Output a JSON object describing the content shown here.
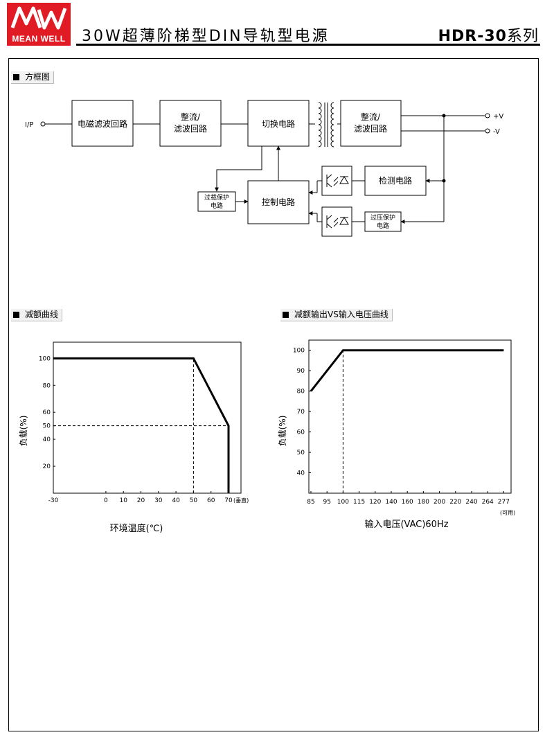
{
  "header": {
    "logo_brand": "MEAN WELL",
    "title": "30W超薄阶梯型DIN导轨型电源",
    "series_model": "HDR-30",
    "series_suffix": "系列"
  },
  "sections": {
    "block_diagram": "方框图",
    "derating_curve": "减额曲线",
    "derating_vs_input": "减额输出VS输入电压曲线"
  },
  "block_diagram": {
    "input_label": "I/P",
    "output_pos": "+V",
    "output_neg": "-V",
    "emi_filter": "电磁滤波回路",
    "rectifier_1_line1": "整流/",
    "rectifier_1_line2": "滤波回路",
    "switching": "切换电路",
    "rectifier_2_line1": "整流/",
    "rectifier_2_line2": "滤波回路",
    "olp_line1": "过载保护",
    "olp_line2": "电路",
    "control": "控制电路",
    "detection": "检测电路",
    "ovp_line1": "过压保护",
    "ovp_line2": "电路"
  },
  "chart_data": [
    {
      "type": "line",
      "title": "",
      "xlabel": "环境温度(℃)",
      "ylabel": "负载(%)",
      "x_ticks": [
        "-30",
        "0",
        "10",
        "20",
        "30",
        "40",
        "50",
        "60",
        "70"
      ],
      "x_tick_suffix": "(垂直)",
      "y_ticks": [
        "20",
        "40",
        "50",
        "60",
        "80",
        "100"
      ],
      "xlim": [
        -30,
        75
      ],
      "ylim": [
        0,
        112
      ],
      "series": [
        {
          "x": [
            -30,
            50,
            70,
            70
          ],
          "y": [
            100,
            100,
            50,
            0
          ]
        }
      ],
      "reference_lines": [
        {
          "x": [
            50,
            50
          ],
          "y": [
            0,
            100
          ]
        },
        {
          "x": [
            -30,
            70
          ],
          "y": [
            50,
            50
          ]
        }
      ],
      "grid": false
    },
    {
      "type": "line",
      "title": "",
      "xlabel": "输入电压(VAC)60Hz",
      "ylabel": "负载(%)",
      "x_ticks": [
        "85",
        "95",
        "100",
        "115",
        "120",
        "140",
        "160",
        "180",
        "200",
        "220",
        "240",
        "264",
        "277"
      ],
      "x_tick_suffix": "(可用)",
      "y_ticks": [
        "40",
        "50",
        "60",
        "70",
        "80",
        "90",
        "100"
      ],
      "ylim": [
        30,
        105
      ],
      "series": [
        {
          "x": [
            "85",
            "100",
            "277"
          ],
          "y": [
            80,
            100,
            100
          ]
        }
      ],
      "reference_lines": [
        {
          "x": [
            "100",
            "100"
          ],
          "y": [
            30,
            100
          ]
        }
      ],
      "grid": false
    }
  ]
}
